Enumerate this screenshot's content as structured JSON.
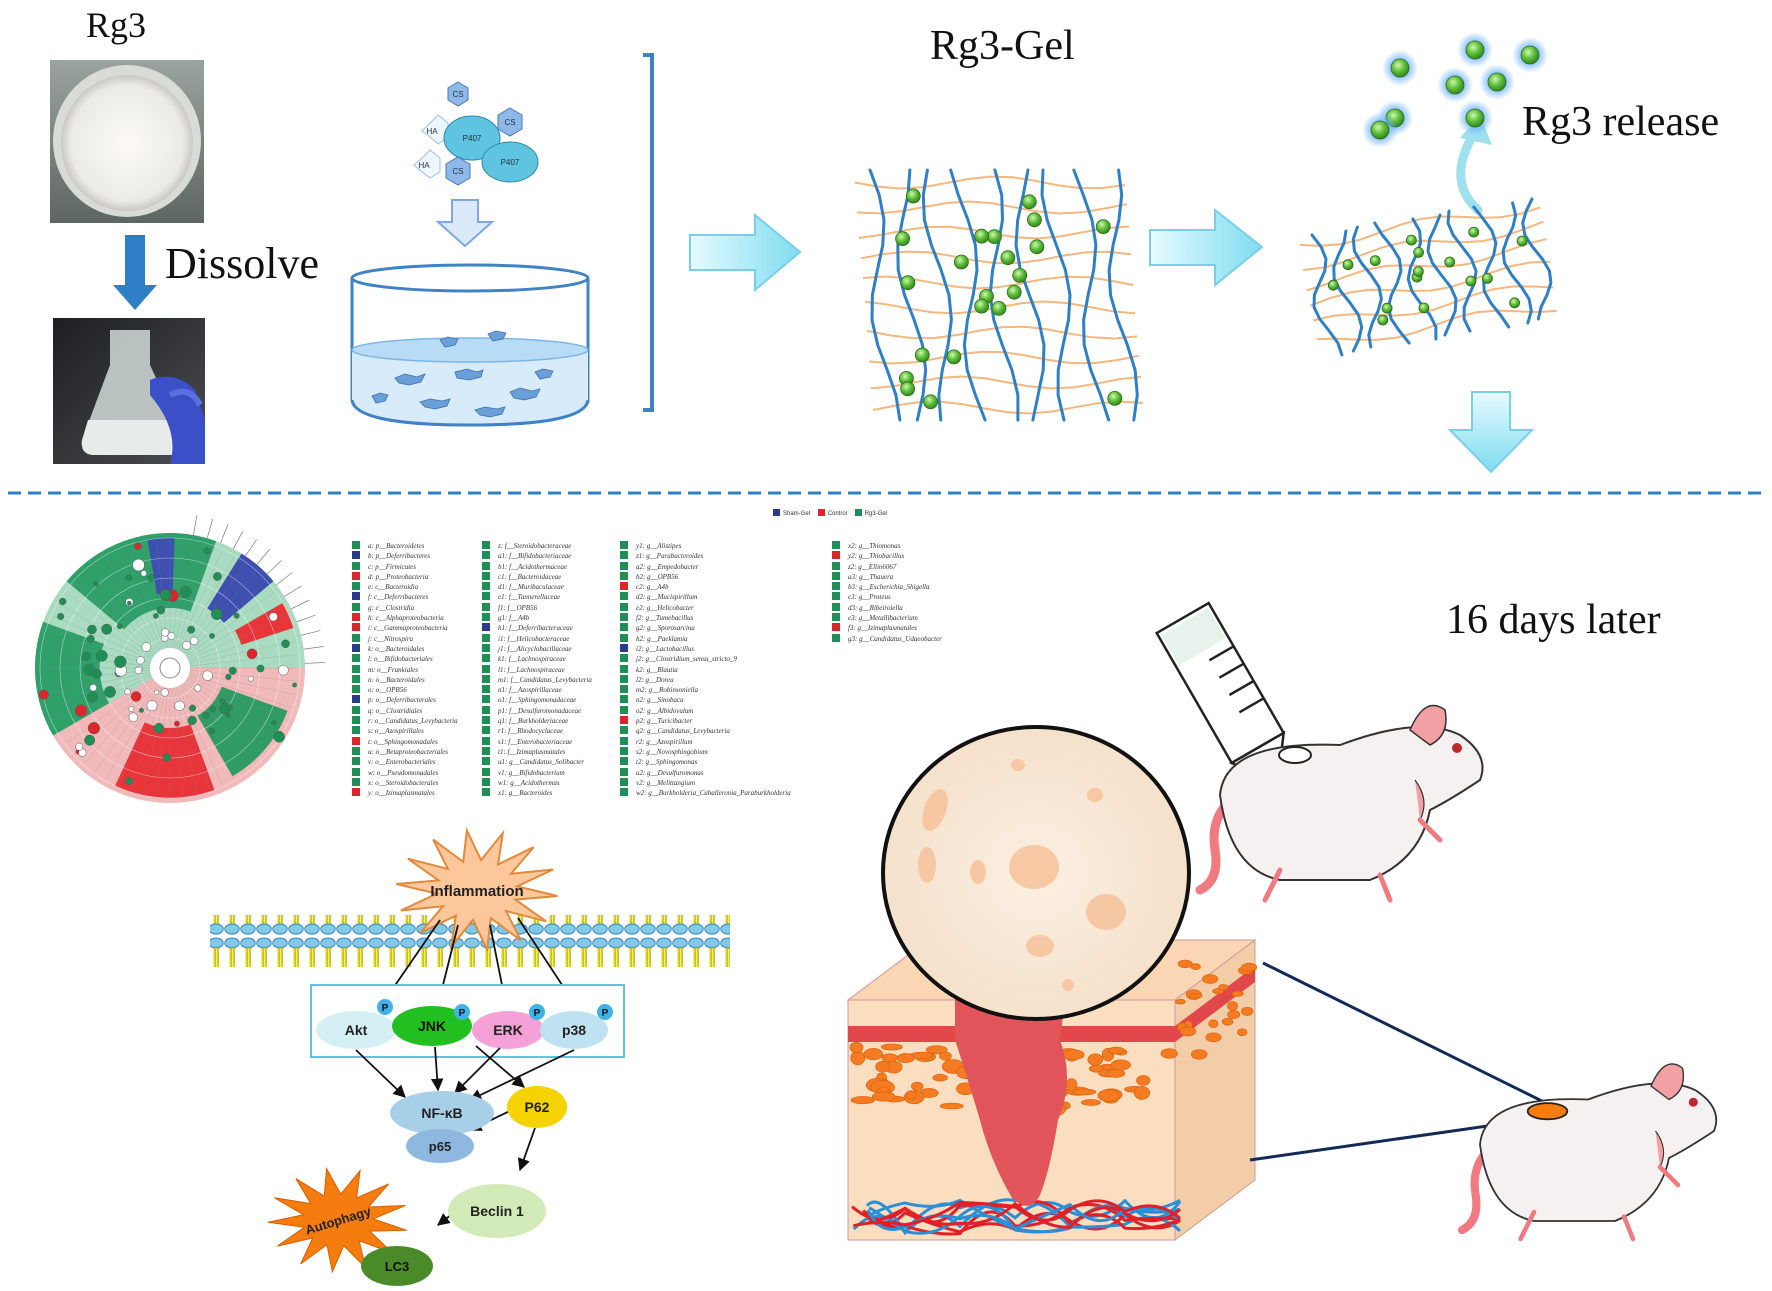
{
  "titles": {
    "rg3": "Rg3",
    "dissolve": "Dissolve",
    "rg3_gel": "Rg3-Gel",
    "rg3_release": "Rg3 release",
    "days_later": "16 days later"
  },
  "mixture": {
    "cs": "CS",
    "ha": "HA",
    "p407": "P407"
  },
  "lefse_legend": {
    "groups": [
      "Sham-Gel",
      "Control",
      "Rg3-Gel"
    ],
    "colors": {
      "Sham-Gel": "#2a3a8f",
      "Control": "#e0242b",
      "Rg3-Gel": "#1f8f55"
    },
    "columns": [
      [
        {
          "c": "Rg3-Gel",
          "t": "a: p__Bacteroidetes"
        },
        {
          "c": "Sham-Gel",
          "t": "b: p__Deferribacteres"
        },
        {
          "c": "Rg3-Gel",
          "t": "c: p__Firmicutes"
        },
        {
          "c": "Control",
          "t": "d: p__Proteobacteria"
        },
        {
          "c": "Rg3-Gel",
          "t": "e: c__Bacteroidia"
        },
        {
          "c": "Sham-Gel",
          "t": "f: c__Deferribacteres"
        },
        {
          "c": "Rg3-Gel",
          "t": "g: c__Clostridia"
        },
        {
          "c": "Control",
          "t": "h: c__Alphaproteobacteria"
        },
        {
          "c": "Control",
          "t": "i: c__Gammaproteobacteria"
        },
        {
          "c": "Rg3-Gel",
          "t": "j: c__Nitrospira"
        },
        {
          "c": "Sham-Gel",
          "t": "k: o__Bacteroidales"
        },
        {
          "c": "Rg3-Gel",
          "t": "l: o__Bifidobacteriales"
        },
        {
          "c": "Rg3-Gel",
          "t": "m: o__Frankiales"
        },
        {
          "c": "Rg3-Gel",
          "t": "n: o__Bacteroidales"
        },
        {
          "c": "Rg3-Gel",
          "t": "o: o__OPB56"
        },
        {
          "c": "Sham-Gel",
          "t": "p: o__Deferribacterales"
        },
        {
          "c": "Rg3-Gel",
          "t": "q: o__Clostridiales"
        },
        {
          "c": "Rg3-Gel",
          "t": "r: o__Candidatus_Levybacteria"
        },
        {
          "c": "Rg3-Gel",
          "t": "s: o__Azospirillales"
        },
        {
          "c": "Control",
          "t": "t: o__Sphingomonadales"
        },
        {
          "c": "Rg3-Gel",
          "t": "u: o__Betaproteobacteriales"
        },
        {
          "c": "Rg3-Gel",
          "t": "v: o__Enterobacteriales"
        },
        {
          "c": "Rg3-Gel",
          "t": "w: o__Pseudomonadales"
        },
        {
          "c": "Rg3-Gel",
          "t": "x: o__Steroidobacterales"
        },
        {
          "c": "Control",
          "t": "y: o__Izimaplasmatales"
        }
      ],
      [
        {
          "c": "Rg3-Gel",
          "t": "z: f__Steroidobacteraceae"
        },
        {
          "c": "Rg3-Gel",
          "t": "a1: f__Bifidobacteriaceae"
        },
        {
          "c": "Rg3-Gel",
          "t": "b1: f__Acidothermaceae"
        },
        {
          "c": "Rg3-Gel",
          "t": "c1: f__Bacteroidaceae"
        },
        {
          "c": "Rg3-Gel",
          "t": "d1: f__Muribaculaceae"
        },
        {
          "c": "Rg3-Gel",
          "t": "e1: f__Tannerellaceae"
        },
        {
          "c": "Rg3-Gel",
          "t": "f1: f__OPB56"
        },
        {
          "c": "Rg3-Gel",
          "t": "g1: f__A4b"
        },
        {
          "c": "Sham-Gel",
          "t": "h1: f__Deferribacteraceae"
        },
        {
          "c": "Rg3-Gel",
          "t": "i1: f__Helicobacteraceae"
        },
        {
          "c": "Rg3-Gel",
          "t": "j1: f__Alicyclobacillaceae"
        },
        {
          "c": "Rg3-Gel",
          "t": "k1: f__Lachnospiraceae"
        },
        {
          "c": "Rg3-Gel",
          "t": "l1: f__Lachnospiraceae"
        },
        {
          "c": "Rg3-Gel",
          "t": "m1: f__Candidatus_Levybacteria"
        },
        {
          "c": "Rg3-Gel",
          "t": "n1: f__Azospirillaceae"
        },
        {
          "c": "Rg3-Gel",
          "t": "o1: f__Sphingomonadaceae"
        },
        {
          "c": "Rg3-Gel",
          "t": "p1: f__Desulfuromonadaceae"
        },
        {
          "c": "Rg3-Gel",
          "t": "q1: f__Burkholderiaceae"
        },
        {
          "c": "Rg3-Gel",
          "t": "r1: f__Rhodocyclaceae"
        },
        {
          "c": "Rg3-Gel",
          "t": "s1: f__Enterobacteriaceae"
        },
        {
          "c": "Rg3-Gel",
          "t": "t1: f__Izimaplasmatales"
        },
        {
          "c": "Rg3-Gel",
          "t": "u1: g__Candidatus_Solibacter"
        },
        {
          "c": "Rg3-Gel",
          "t": "v1: g__Bifidobacterium"
        },
        {
          "c": "Rg3-Gel",
          "t": "w1: g__Acidothermus"
        },
        {
          "c": "Rg3-Gel",
          "t": "x1: g__Bacteroides"
        }
      ],
      [
        {
          "c": "Rg3-Gel",
          "t": "y1: g__Alistipes"
        },
        {
          "c": "Rg3-Gel",
          "t": "z1: g__Parabacteroides"
        },
        {
          "c": "Rg3-Gel",
          "t": "a2: g__Empedobacter"
        },
        {
          "c": "Rg3-Gel",
          "t": "b2: g__OPB56"
        },
        {
          "c": "Control",
          "t": "c2: g__A4b"
        },
        {
          "c": "Rg3-Gel",
          "t": "d2: g__Mucispirillum"
        },
        {
          "c": "Rg3-Gel",
          "t": "e2: g__Helicobacter"
        },
        {
          "c": "Rg3-Gel",
          "t": "f2: g__Tumebacillus"
        },
        {
          "c": "Rg3-Gel",
          "t": "g2: g__Sporosarcina"
        },
        {
          "c": "Rg3-Gel",
          "t": "h2: g__Paeklamia"
        },
        {
          "c": "Sham-Gel",
          "t": "i2: g__Lactobacillus"
        },
        {
          "c": "Rg3-Gel",
          "t": "j2: g__Clostridium_sensu_stricto_9"
        },
        {
          "c": "Rg3-Gel",
          "t": "k2: g__Blautia"
        },
        {
          "c": "Rg3-Gel",
          "t": "l2: g__Dorea"
        },
        {
          "c": "Rg3-Gel",
          "t": "m2: g__Robinsoniella"
        },
        {
          "c": "Rg3-Gel",
          "t": "n2: g__Sinobaca"
        },
        {
          "c": "Rg3-Gel",
          "t": "o2: g__Albidovulum"
        },
        {
          "c": "Control",
          "t": "p2: g__Turicibacter"
        },
        {
          "c": "Rg3-Gel",
          "t": "q2: g__Candidatus_Levybacteria"
        },
        {
          "c": "Rg3-Gel",
          "t": "r2: g__Azospirillum"
        },
        {
          "c": "Rg3-Gel",
          "t": "s2: g__Novosphingobium"
        },
        {
          "c": "Rg3-Gel",
          "t": "t2: g__Sphingomonas"
        },
        {
          "c": "Rg3-Gel",
          "t": "u2: g__Desulfuromonas"
        },
        {
          "c": "Rg3-Gel",
          "t": "v2: g__Melittangium"
        },
        {
          "c": "Rg3-Gel",
          "t": "w2: g__Burkholderia_Caballeronia_Paraburkholderia"
        }
      ],
      [
        {
          "c": "Rg3-Gel",
          "t": "x2: g__Thiomonas"
        },
        {
          "c": "Control",
          "t": "y2: g__Thiobacillus"
        },
        {
          "c": "Rg3-Gel",
          "t": "z2: g__Ellin6067"
        },
        {
          "c": "Rg3-Gel",
          "t": "a3: g__Thauera"
        },
        {
          "c": "Rg3-Gel",
          "t": "b3: g__Escherichia_Shigella"
        },
        {
          "c": "Rg3-Gel",
          "t": "c3: g__Proteus"
        },
        {
          "c": "Rg3-Gel",
          "t": "d3: g__Ribeiroiella"
        },
        {
          "c": "Rg3-Gel",
          "t": "e3: g__Metallibacterium"
        },
        {
          "c": "Control",
          "t": "f3: g__Izimaplasmatales"
        },
        {
          "c": "Rg3-Gel",
          "t": "g3: g__Candidatus_Udaeobacter"
        }
      ]
    ]
  },
  "pathway": {
    "inflammation": "Inflammation",
    "akt": "Akt",
    "jnk": "JNK",
    "erk": "ERK",
    "p38": "p38",
    "phospho": "P",
    "nfkb": "NF-κB",
    "p65": "p65",
    "p62": "P62",
    "autophagy": "Autophagy",
    "beclin1": "Beclin 1",
    "lc3": "LC3"
  }
}
